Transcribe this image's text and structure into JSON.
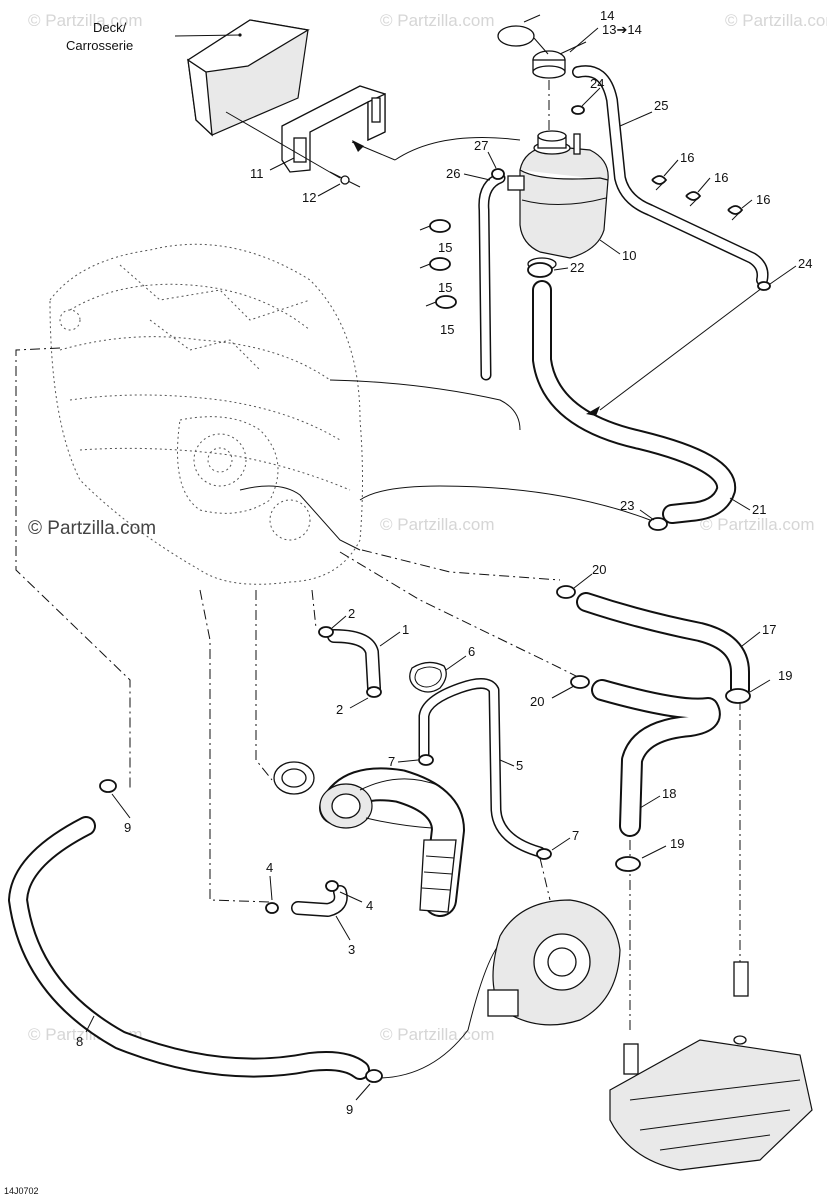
{
  "diagram": {
    "deck_label": [
      "Deck/",
      "Carrosserie"
    ],
    "drawing_code": "14J0702",
    "watermark": "© Partzilla.com",
    "callouts": [
      {
        "id": "c14",
        "text": "14"
      },
      {
        "id": "c13",
        "text": "13➔14"
      },
      {
        "id": "c24a",
        "text": "24"
      },
      {
        "id": "c25",
        "text": "25"
      },
      {
        "id": "c27",
        "text": "27"
      },
      {
        "id": "c26",
        "text": "26"
      },
      {
        "id": "c16a",
        "text": "16"
      },
      {
        "id": "c16b",
        "text": "16"
      },
      {
        "id": "c16c",
        "text": "16"
      },
      {
        "id": "c11",
        "text": "11"
      },
      {
        "id": "c12",
        "text": "12"
      },
      {
        "id": "c15a",
        "text": "15"
      },
      {
        "id": "c15b",
        "text": "15"
      },
      {
        "id": "c15c",
        "text": "15"
      },
      {
        "id": "c10",
        "text": "10"
      },
      {
        "id": "c22",
        "text": "22"
      },
      {
        "id": "c24b",
        "text": "24"
      },
      {
        "id": "c23",
        "text": "23"
      },
      {
        "id": "c21",
        "text": "21"
      },
      {
        "id": "c20a",
        "text": "20"
      },
      {
        "id": "c17",
        "text": "17"
      },
      {
        "id": "c2a",
        "text": "2"
      },
      {
        "id": "c1",
        "text": "1"
      },
      {
        "id": "c6",
        "text": "6"
      },
      {
        "id": "c20b",
        "text": "20"
      },
      {
        "id": "c19a",
        "text": "19"
      },
      {
        "id": "c2b",
        "text": "2"
      },
      {
        "id": "c7a",
        "text": "7"
      },
      {
        "id": "c5",
        "text": "5"
      },
      {
        "id": "c18",
        "text": "18"
      },
      {
        "id": "c9a",
        "text": "9"
      },
      {
        "id": "c7b",
        "text": "7"
      },
      {
        "id": "c19b",
        "text": "19"
      },
      {
        "id": "c4a",
        "text": "4"
      },
      {
        "id": "c4b",
        "text": "4"
      },
      {
        "id": "c3",
        "text": "3"
      },
      {
        "id": "c8",
        "text": "8"
      },
      {
        "id": "c9b",
        "text": "9"
      }
    ]
  }
}
